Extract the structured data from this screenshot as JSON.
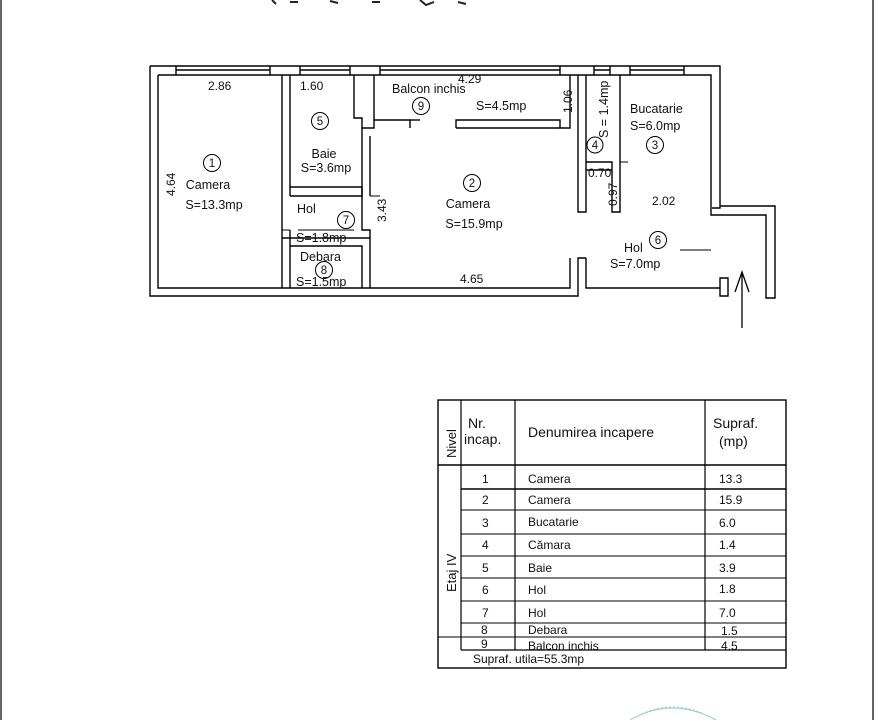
{
  "plan": {
    "rooms": [
      {
        "id": "1",
        "name": "Camera",
        "area": "S=13.3mp"
      },
      {
        "id": "2",
        "name": "Camera",
        "area": "S=15.9mp"
      },
      {
        "id": "3",
        "name": "Bucatarie",
        "area": "S=6.0mp"
      },
      {
        "id": "4",
        "name": "",
        "area": "S = 1.4mp"
      },
      {
        "id": "5",
        "name": "Baie",
        "area": "S=3.6mp"
      },
      {
        "id": "6",
        "name": "Hol",
        "area": "S=7.0mp"
      },
      {
        "id": "7",
        "name": "Hol",
        "area": "S=1.8mp"
      },
      {
        "id": "8",
        "name": "Debara",
        "area": "S=1.5mp"
      },
      {
        "id": "9",
        "name": "Balcon  inchis",
        "area": "S=4.5mp"
      }
    ],
    "dimensions": [
      "2.86",
      "1.60",
      "4.29",
      "1.06",
      "4.64",
      "3.43",
      "4.65",
      "0.70",
      "0.97",
      "2.02"
    ]
  },
  "table": {
    "headers": {
      "level": "Nivel",
      "nr_line1": "Nr.",
      "nr_line2": "incap.",
      "name": "Denumirea  incapere",
      "area_line1": "Supraf.",
      "area_line2": "(mp)"
    },
    "level_value": "Etaj  IV",
    "rows": [
      {
        "nr": "1",
        "name": "Camera",
        "area": "13.3"
      },
      {
        "nr": "2",
        "name": "Camera",
        "area": "15.9"
      },
      {
        "nr": "3",
        "name": "Bucatarie",
        "area": "6.0"
      },
      {
        "nr": "4",
        "name": "Cămara",
        "area": "1.4"
      },
      {
        "nr": "5",
        "name": "Baie",
        "area": "3.9"
      },
      {
        "nr": "6",
        "name": "Hol",
        "area": "1.8"
      },
      {
        "nr": "7",
        "name": "Hol",
        "area": "7.0"
      },
      {
        "nr": "8",
        "name": "Debara",
        "area": "1.5"
      },
      {
        "nr": "9",
        "name": "Balcon  inchis",
        "area": "4.5"
      }
    ],
    "footer": "Supraf.  utila=55.3mp"
  }
}
